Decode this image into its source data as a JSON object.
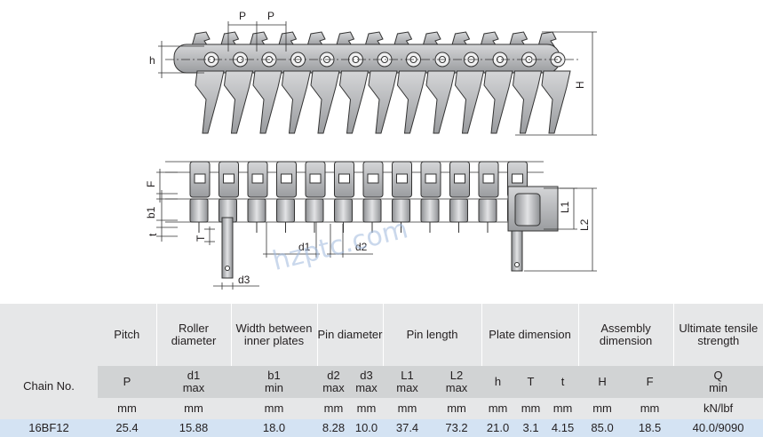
{
  "drawing": {
    "dims_side": {
      "pitch": "P",
      "height_small": "h",
      "height_total": "H"
    },
    "dims_top": {
      "F": "F",
      "b1": "b1",
      "t": "t",
      "T": "T",
      "d1": "d1",
      "d2": "d2",
      "d3": "d3",
      "L1": "L1",
      "L2": "L2"
    },
    "watermark": "hzptc.com"
  },
  "table": {
    "chain_no_header": "Chain No.",
    "groups": [
      {
        "label": "Pitch",
        "cols": [
          {
            "sym": "P",
            "sub": "",
            "unit": "mm"
          }
        ]
      },
      {
        "label": "Roller diameter",
        "cols": [
          {
            "sym": "d1",
            "sub": "max",
            "unit": "mm"
          }
        ]
      },
      {
        "label": "Width between inner plates",
        "cols": [
          {
            "sym": "b1",
            "sub": "min",
            "unit": "mm"
          }
        ]
      },
      {
        "label": "Pin diameter",
        "cols": [
          {
            "sym": "d2",
            "sub": "max",
            "unit": "mm"
          },
          {
            "sym": "d3",
            "sub": "max",
            "unit": "mm"
          }
        ]
      },
      {
        "label": "Pin length",
        "cols": [
          {
            "sym": "L1",
            "sub": "max",
            "unit": "mm"
          },
          {
            "sym": "L2",
            "sub": "max",
            "unit": "mm"
          }
        ]
      },
      {
        "label": "Plate dimension",
        "cols": [
          {
            "sym": "h",
            "sub": "",
            "unit": "mm"
          },
          {
            "sym": "T",
            "sub": "",
            "unit": "mm"
          },
          {
            "sym": "t",
            "sub": "",
            "unit": "mm"
          }
        ]
      },
      {
        "label": "Assembly dimension",
        "cols": [
          {
            "sym": "H",
            "sub": "",
            "unit": "mm"
          },
          {
            "sym": "F",
            "sub": "",
            "unit": "mm"
          }
        ]
      },
      {
        "label": "Ultimate tensile strength",
        "cols": [
          {
            "sym": "Q",
            "sub": "min",
            "unit": "kN/lbf"
          }
        ]
      }
    ],
    "rows": [
      {
        "chain_no": "16BF12",
        "values": [
          "25.4",
          "15.88",
          "18.0",
          "8.28",
          "10.0",
          "37.4",
          "73.2",
          "21.0",
          "3.1",
          "4.15",
          "85.0",
          "18.5",
          "40.0/9090"
        ]
      }
    ]
  }
}
